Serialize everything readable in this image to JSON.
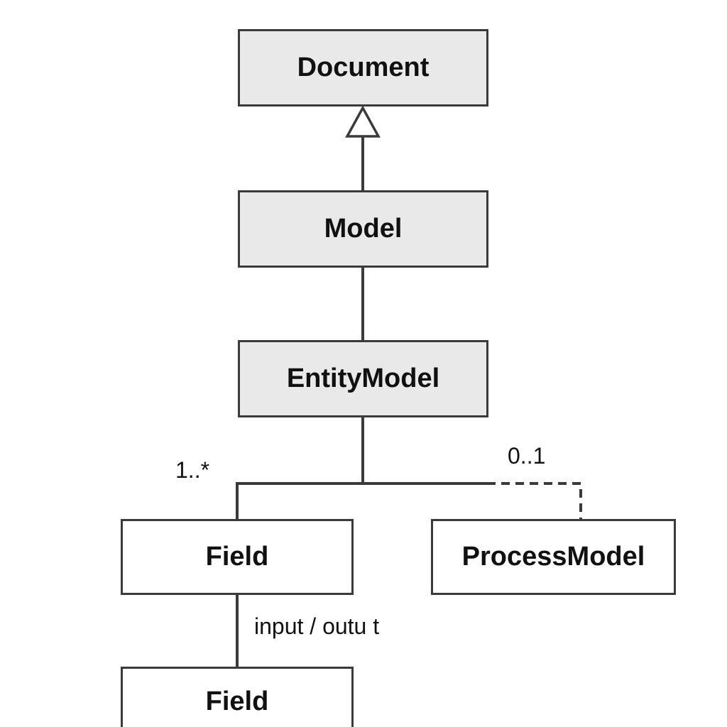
{
  "classes": {
    "document": "Document",
    "model": "Model",
    "entity_model": "EntityModel",
    "field": "Field",
    "process_model": "ProcessModel",
    "field_bottom": "Field"
  },
  "multiplicities": {
    "field_end": "1..*",
    "process_model_end": "0..1"
  },
  "association_labels": {
    "field_to_field": "input / outu t"
  },
  "colors": {
    "line": "#3a3a3a",
    "shaded_fill": "#e9e9e9",
    "plain_fill": "#ffffff",
    "text": "#111111"
  }
}
